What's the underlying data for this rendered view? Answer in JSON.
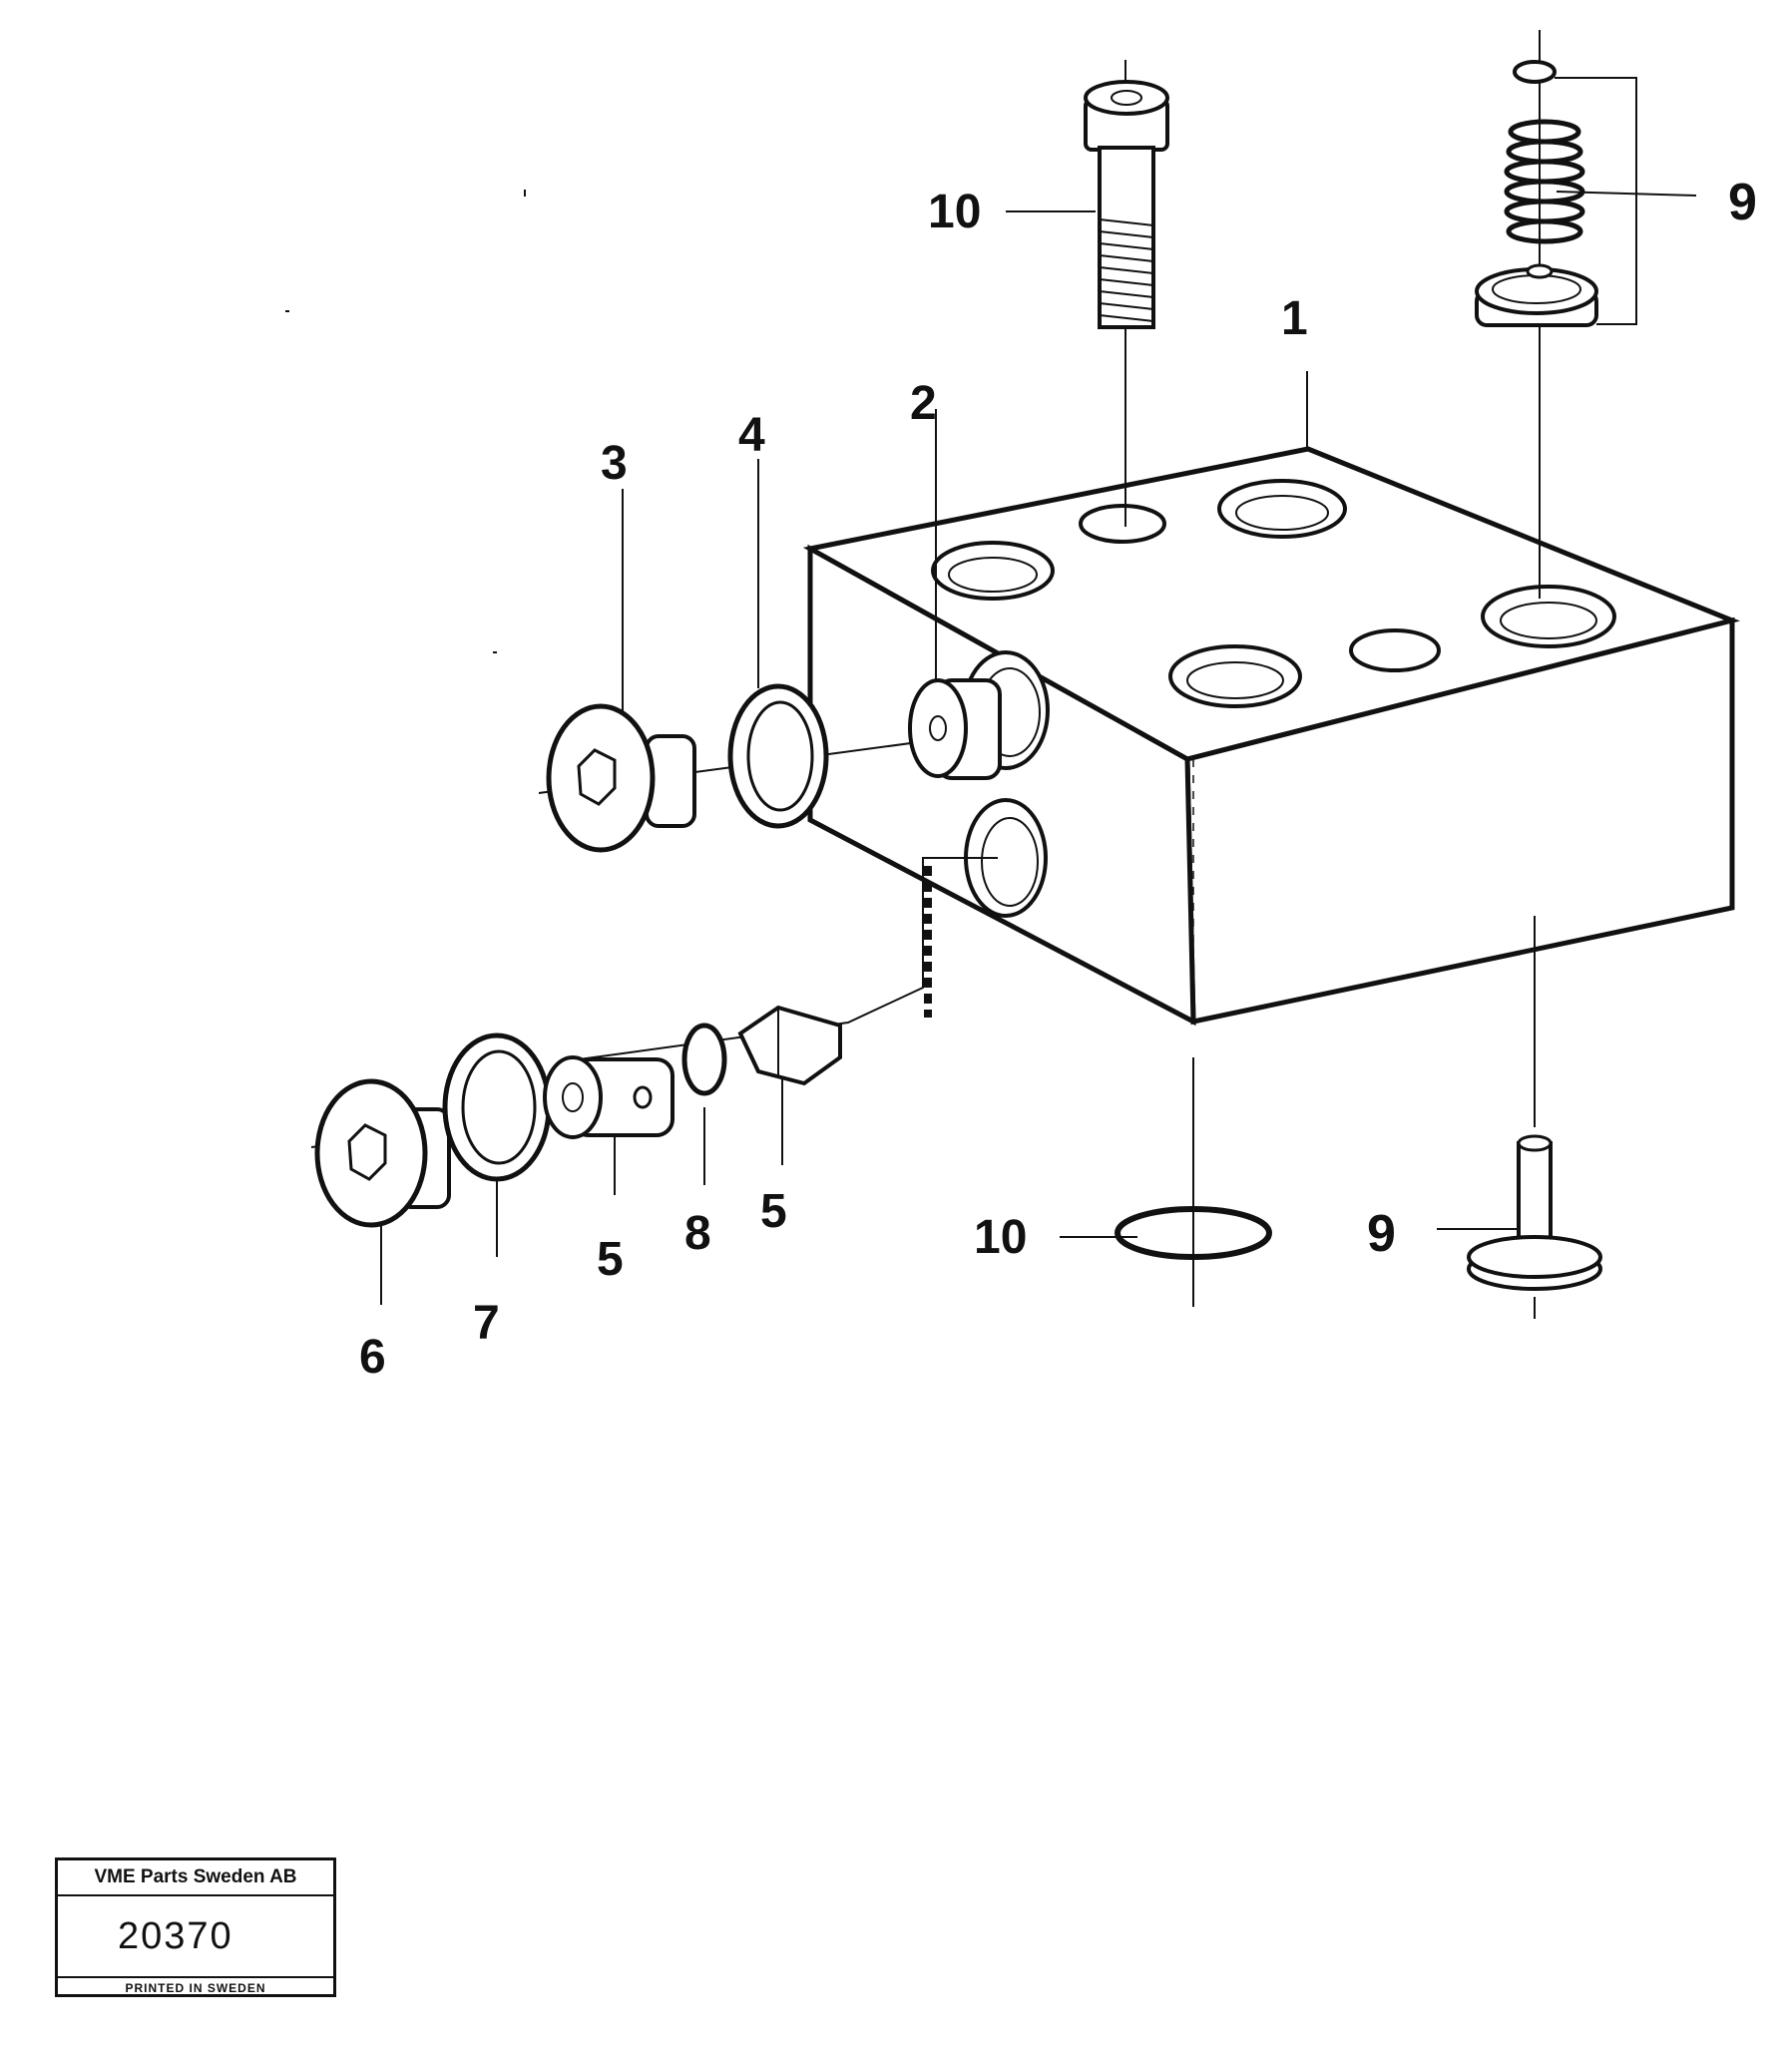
{
  "callouts": {
    "c1": "1",
    "c2": "2",
    "c3": "3",
    "c4": "4",
    "c5a": "5",
    "c5b": "5",
    "c6": "6",
    "c7": "7",
    "c8": "8",
    "c9_top": "9",
    "c9_bottom": "9",
    "c10_top": "10",
    "c10_bottom": "10"
  },
  "stamp": {
    "company": "VME Parts Sweden AB",
    "number": "20370",
    "printed": "PRINTED IN SWEDEN"
  }
}
